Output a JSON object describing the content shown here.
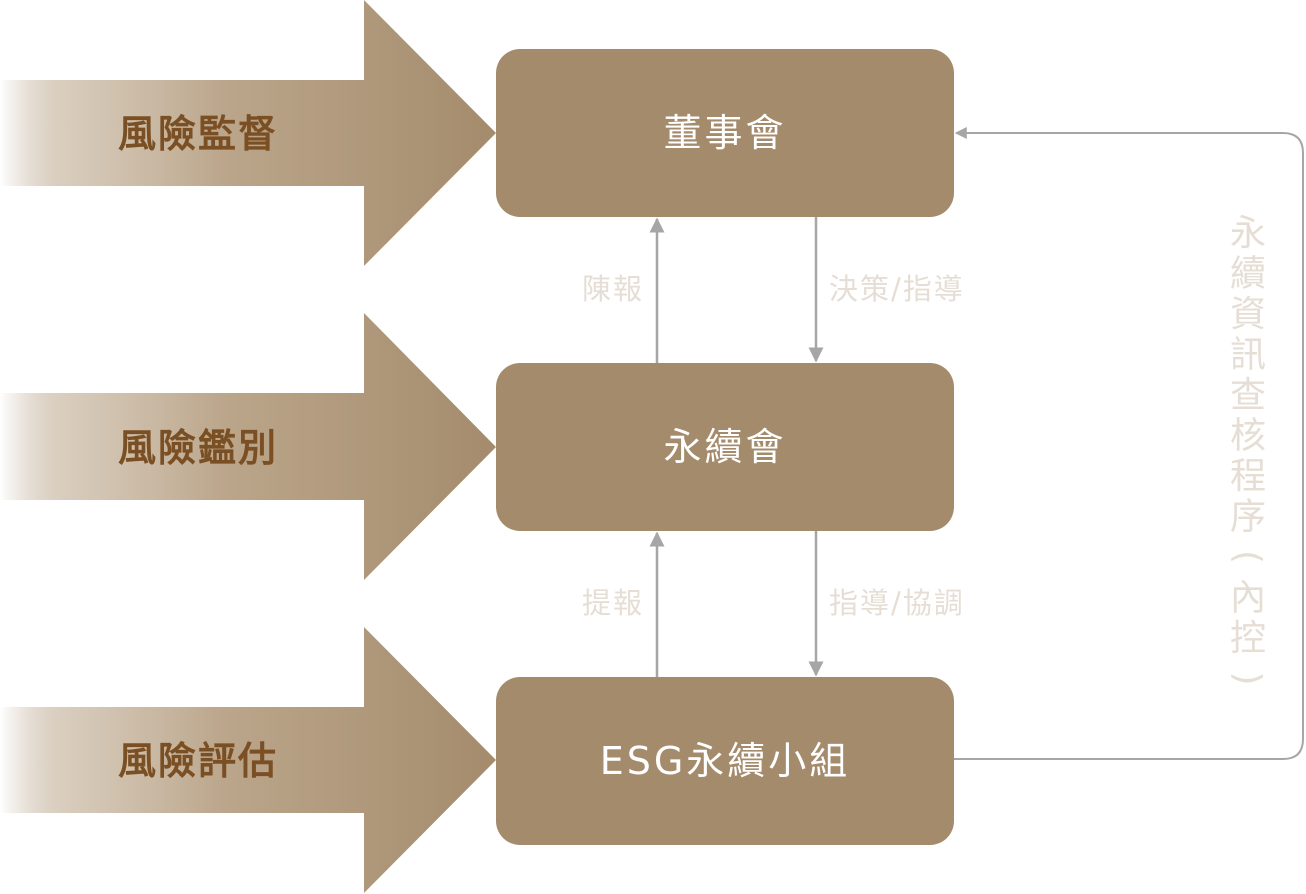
{
  "colors": {
    "box_fill": "#a48b6c",
    "arrow_fill": "#a48b6c",
    "input_text": "#7b4f24",
    "box_text": "#ffffff",
    "connector": "#a6a6a6",
    "flow_label": "#e6ded5"
  },
  "inputs": [
    {
      "label": "風險監督",
      "target": "board"
    },
    {
      "label": "風險鑑別",
      "target": "committee"
    },
    {
      "label": "風險評估",
      "target": "esg_group"
    }
  ],
  "nodes": [
    {
      "id": "board",
      "label": "董事會"
    },
    {
      "id": "committee",
      "label": "永續會"
    },
    {
      "id": "esg_group",
      "label": "ESG永續小組"
    }
  ],
  "flows": [
    {
      "from": "committee",
      "to": "board",
      "label": "陳報",
      "direction": "up"
    },
    {
      "from": "board",
      "to": "committee",
      "label": "決策/指導",
      "direction": "down"
    },
    {
      "from": "esg_group",
      "to": "committee",
      "label": "提報",
      "direction": "up"
    },
    {
      "from": "committee",
      "to": "esg_group",
      "label": "指導/協調",
      "direction": "down"
    }
  ],
  "feedback": {
    "from": "esg_group",
    "to": "board",
    "label": "永續資訊查核程序(內控)",
    "chars": [
      "永",
      "續",
      "資",
      "訊",
      "查",
      "核",
      "程",
      "序",
      "(",
      "內",
      "控",
      ")"
    ]
  }
}
